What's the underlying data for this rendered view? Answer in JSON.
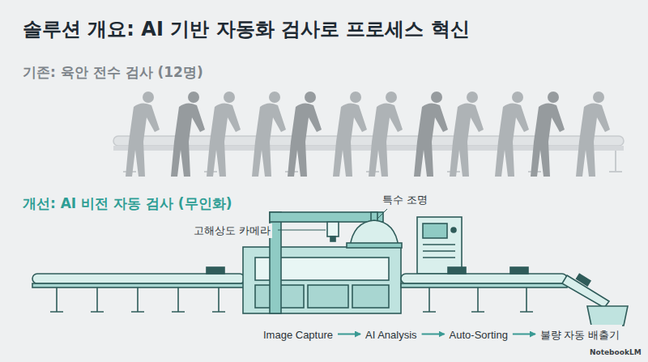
{
  "diagram": {
    "title": "솔루션 개요: AI 기반 자동화 검사로 프로세스 혁신",
    "nodes": [
      {
        "text": [
          "Image Capture"
        ]
      },
      {
        "text": [
          "AI Analysis"
        ]
      },
      {
        "text": [
          "Auto-Sorting"
        ]
      },
      {
        "text": [
          "불량 자동 배출기"
        ]
      }
    ],
    "edges": [
      {
        "from": 0,
        "to": 1,
        "arrow": "to"
      },
      {
        "from": 1,
        "to": 2,
        "arrow": "to"
      },
      {
        "from": 2,
        "to": 3,
        "arrow": "to"
      }
    ],
    "labels": [
      "기존: 육안 전수 검사 (12명)",
      "개선: AI 비전 자동 검사 (무인화)",
      "특수 조명",
      "고해상도 카메라",
      "NotebookLM"
    ]
  }
}
